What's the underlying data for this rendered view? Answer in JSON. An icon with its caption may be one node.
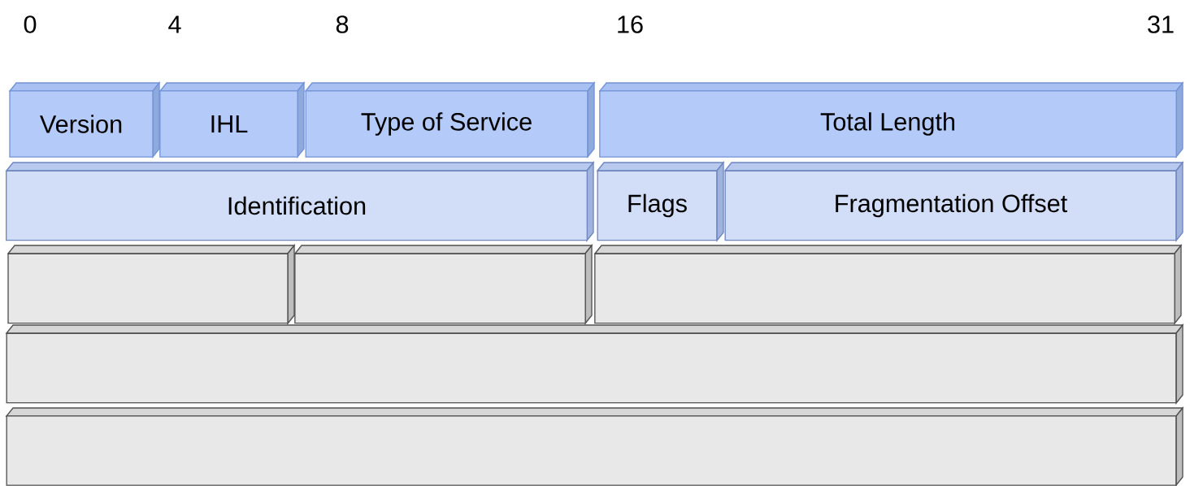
{
  "diagram": {
    "nodes": [
      {
        "text": [
          "Version"
        ]
      },
      {
        "text": [
          "IHL"
        ]
      },
      {
        "text": [
          "Type of Service"
        ]
      },
      {
        "text": [
          "Total Length"
        ]
      },
      {
        "text": [
          "Identification"
        ]
      },
      {
        "text": [
          "Flags"
        ]
      },
      {
        "text": [
          "Fragmentation Offset"
        ]
      },
      {
        "text": [],
        "shape": "box"
      },
      {
        "text": [],
        "shape": "box"
      },
      {
        "text": [],
        "shape": "box"
      },
      {
        "text": [],
        "shape": "box"
      },
      {
        "text": [],
        "shape": "box"
      }
    ],
    "labels": [
      "0",
      "4",
      "8",
      "16",
      "31"
    ]
  }
}
